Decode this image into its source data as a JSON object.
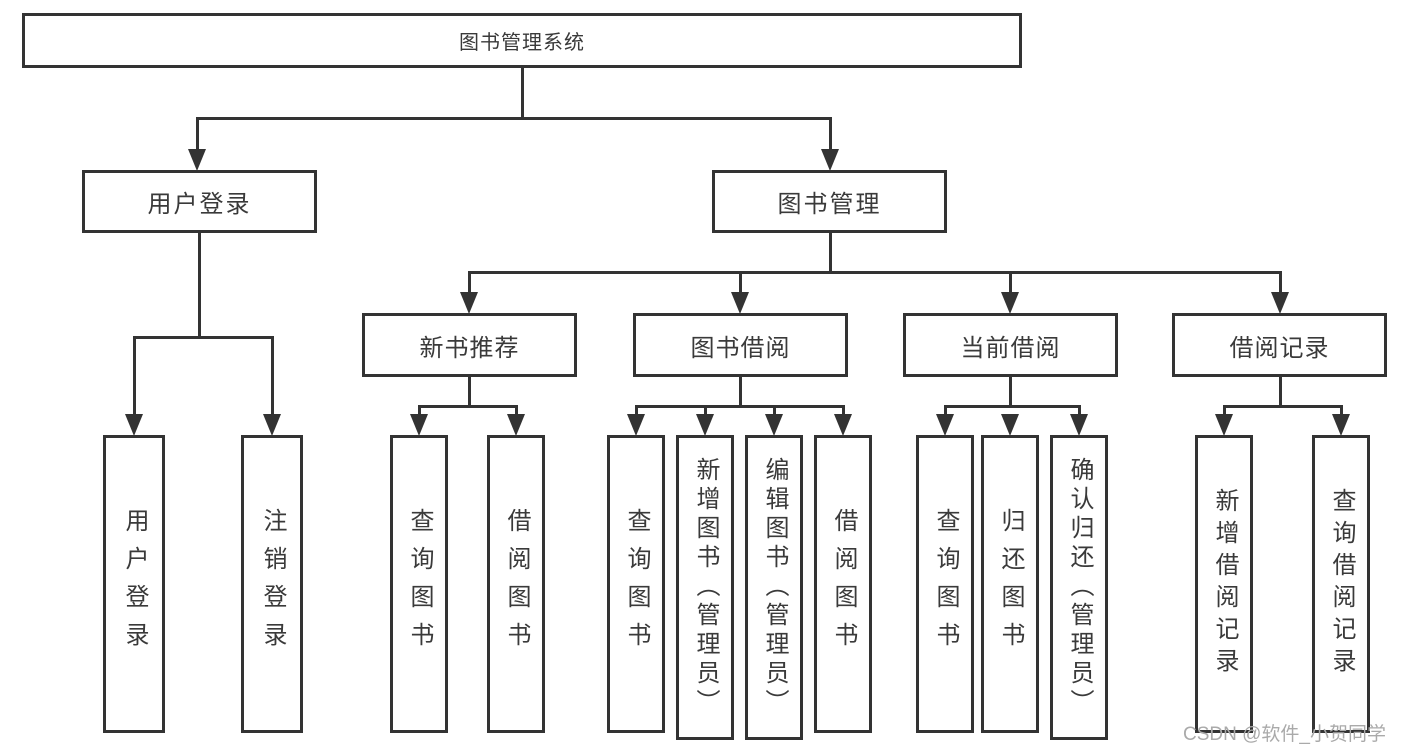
{
  "diagram": {
    "root": {
      "label": "图书管理系统",
      "children": [
        {
          "label": "用户登录",
          "children": [
            {
              "label": "用户登录"
            },
            {
              "label": "注销登录"
            }
          ]
        },
        {
          "label": "图书管理",
          "children": [
            {
              "label": "新书推荐",
              "children": [
                {
                  "label": "查询图书"
                },
                {
                  "label": "借阅图书"
                }
              ]
            },
            {
              "label": "图书借阅",
              "children": [
                {
                  "label": "查询图书"
                },
                {
                  "label": "新增图书（管理员）"
                },
                {
                  "label": "编辑图书（管理员）"
                },
                {
                  "label": "借阅图书"
                }
              ]
            },
            {
              "label": "当前借阅",
              "children": [
                {
                  "label": "查询图书"
                },
                {
                  "label": "归还图书"
                },
                {
                  "label": "确认归还（管理员）"
                }
              ]
            },
            {
              "label": "借阅记录",
              "children": [
                {
                  "label": "新增借阅记录"
                },
                {
                  "label": "查询借阅记录"
                }
              ]
            }
          ]
        }
      ]
    }
  },
  "watermark": {
    "text": "CSDN @软件_小贺同学"
  },
  "colors": {
    "line": "#333333",
    "text": "#3a3a3a",
    "watermark": "#aaaaaa"
  }
}
